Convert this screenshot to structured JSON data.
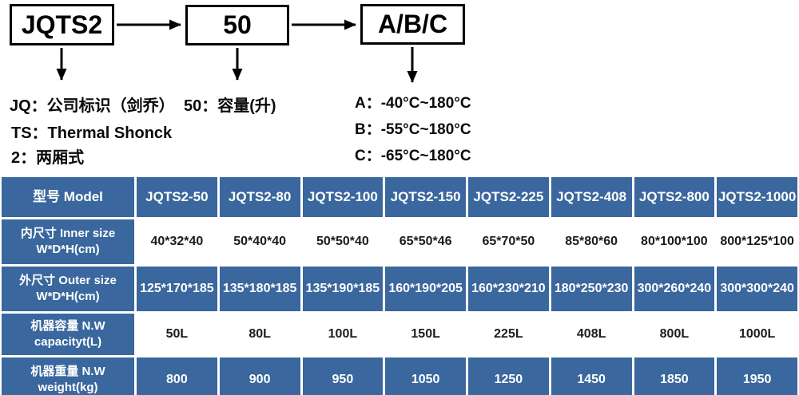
{
  "diagram": {
    "box1_label": "JQTS2",
    "box2_label": "50",
    "box3_label": "A/B/C",
    "note_jq": "JQ：公司标识（剑乔）",
    "note_ts": "TS：Thermal Shonck",
    "note_2": "2：两厢式",
    "note_50": "50：容量(升)",
    "note_a": "A：-40°C~180°C",
    "note_b": "B：-55°C~180°C",
    "note_c": "C：-65°C~180°C"
  },
  "table": {
    "header": {
      "label": "型号 Model",
      "models": [
        "JQTS2-50",
        "JQTS2-80",
        "JQTS2-100",
        "JQTS2-150",
        "JQTS2-225",
        "JQTS2-408",
        "JQTS2-800",
        "JQTS2-1000"
      ]
    },
    "rows": [
      {
        "label_line1": "内尺寸 Inner size",
        "label_line2": "W*D*H(cm)",
        "values": [
          "40*32*40",
          "50*40*40",
          "50*50*40",
          "65*50*46",
          "65*70*50",
          "85*80*60",
          "80*100*100",
          "800*125*100"
        ]
      },
      {
        "label_line1": "外尺寸 Outer size",
        "label_line2": "W*D*H(cm)",
        "values": [
          "125*170*185",
          "135*180*185",
          "135*190*185",
          "160*190*205",
          "160*230*210",
          "180*250*230",
          "300*260*240",
          "300*300*240"
        ]
      },
      {
        "label_line1": "机器容量 N.W",
        "label_line2": "capacityt(L)",
        "values": [
          "50L",
          "80L",
          "100L",
          "150L",
          "225L",
          "408L",
          "800L",
          "1000L"
        ]
      },
      {
        "label_line1": "机器重量 N.W",
        "label_line2": "weight(kg)",
        "values": [
          "800",
          "900",
          "950",
          "1050",
          "1250",
          "1450",
          "1850",
          "1950"
        ]
      }
    ]
  },
  "colors": {
    "table_blue": "#3a679d",
    "border_white": "#ffffff",
    "text_dark": "#1c1c1c",
    "line_black": "#000000"
  }
}
